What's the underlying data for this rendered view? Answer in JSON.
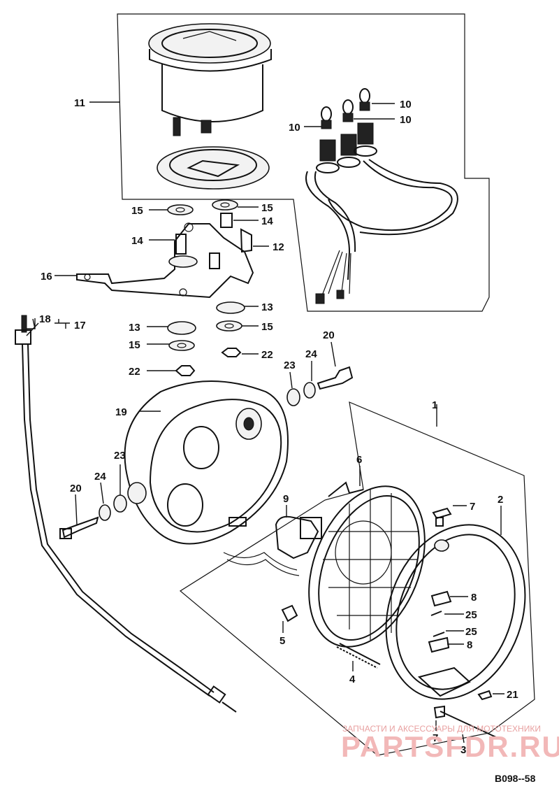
{
  "labels": {
    "c1": "1",
    "c2": "2",
    "c3": "3",
    "c4": "4",
    "c5": "5",
    "c6": "6",
    "c7a": "7",
    "c7b": "7",
    "c8a": "8",
    "c8b": "8",
    "c9": "9",
    "c10a": "10",
    "c10b": "10",
    "c10c": "10",
    "c11": "11",
    "c12": "12",
    "c13a": "13",
    "c13b": "13",
    "c14a": "14",
    "c14b": "14",
    "c15a": "15",
    "c15b": "15",
    "c15c": "15",
    "c15d": "15",
    "c16": "16",
    "c17": "17",
    "c18": "18",
    "c19": "19",
    "c20a": "20",
    "c20b": "20",
    "c21": "21",
    "c22a": "22",
    "c22b": "22",
    "c23a": "23",
    "c23b": "23",
    "c24a": "24",
    "c24b": "24",
    "c25a": "25",
    "c25b": "25"
  },
  "watermark": {
    "tagline": "ЗАПЧАСТИ И АКСЕССУАРЫ ДЛЯ МОТОТЕХНИКИ",
    "brand": "PARTSFDR.RU"
  },
  "diagram_code": "B098--58"
}
